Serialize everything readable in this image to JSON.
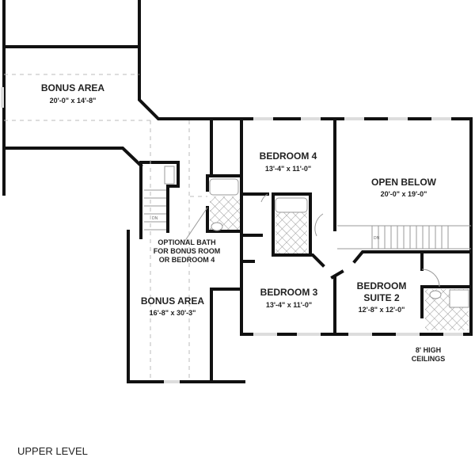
{
  "plan": {
    "title": "UPPER LEVEL",
    "ceiling_note": [
      "8' HIGH",
      "CEILINGS"
    ],
    "optional_bath_note": [
      "OPTIONAL BATH",
      "FOR BONUS ROOM",
      "OR BEDROOM 4"
    ],
    "stair_label": "DN",
    "rooms": [
      {
        "name": "BONUS AREA",
        "dims": "20'-0\" x 14'-8\""
      },
      {
        "name": "BEDROOM 4",
        "dims": "13'-4\" x 11'-0\""
      },
      {
        "name": "OPEN BELOW",
        "dims": "20'-0\" x 19'-0\""
      },
      {
        "name": "BEDROOM 3",
        "dims": "13'-4\" x 11'-0\""
      },
      {
        "name_lines": [
          "BEDROOM",
          "SUITE 2"
        ],
        "dims": "12'-8\" x 12'-0\""
      },
      {
        "name": "BONUS AREA",
        "dims": "16'-8\" x 30'-3\""
      }
    ]
  }
}
